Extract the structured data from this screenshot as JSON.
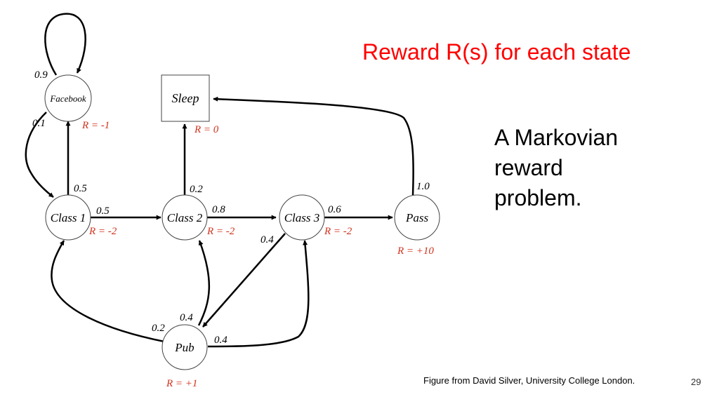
{
  "title": "Reward R(s) for each state",
  "body_lines": [
    "A Markovian",
    "reward",
    "problem."
  ],
  "caption": "Figure from David Silver, University College London.",
  "page_number": "29",
  "colors": {
    "title": "#ff0000",
    "reward": "#d0321e",
    "edge": "#000000"
  },
  "graph": {
    "nodes": {
      "facebook": {
        "label": "Facebook",
        "reward": "R = -1",
        "shape": "circle"
      },
      "sleep": {
        "label": "Sleep",
        "reward": "R = 0",
        "shape": "square"
      },
      "class1": {
        "label": "Class 1",
        "reward": "R = -2",
        "shape": "circle"
      },
      "class2": {
        "label": "Class 2",
        "reward": "R = -2",
        "shape": "circle"
      },
      "class3": {
        "label": "Class 3",
        "reward": "R = -2",
        "shape": "circle"
      },
      "pass": {
        "label": "Pass",
        "reward": "R = +10",
        "shape": "circle"
      },
      "pub": {
        "label": "Pub",
        "reward": "R = +1",
        "shape": "circle"
      }
    },
    "edges": [
      {
        "id": "fb_fb",
        "from": "Facebook",
        "to": "Facebook",
        "prob": "0.9"
      },
      {
        "id": "fb_c1",
        "from": "Facebook",
        "to": "Class 1",
        "prob": "0.1"
      },
      {
        "id": "c1_fb",
        "from": "Class 1",
        "to": "Facebook",
        "prob": "0.5"
      },
      {
        "id": "c1_c2",
        "from": "Class 1",
        "to": "Class 2",
        "prob": "0.5"
      },
      {
        "id": "c2_sl",
        "from": "Class 2",
        "to": "Sleep",
        "prob": "0.2"
      },
      {
        "id": "c2_c3",
        "from": "Class 2",
        "to": "Class 3",
        "prob": "0.8"
      },
      {
        "id": "c3_pass",
        "from": "Class 3",
        "to": "Pass",
        "prob": "0.6"
      },
      {
        "id": "c3_pub",
        "from": "Class 3",
        "to": "Pub",
        "prob": "0.4"
      },
      {
        "id": "pass_sl",
        "from": "Pass",
        "to": "Sleep",
        "prob": "1.0"
      },
      {
        "id": "pub_c1",
        "from": "Pub",
        "to": "Class 1",
        "prob": "0.2"
      },
      {
        "id": "pub_c2",
        "from": "Pub",
        "to": "Class 2",
        "prob": "0.4"
      },
      {
        "id": "pub_c3",
        "from": "Pub",
        "to": "Class 3",
        "prob": "0.4"
      }
    ]
  }
}
